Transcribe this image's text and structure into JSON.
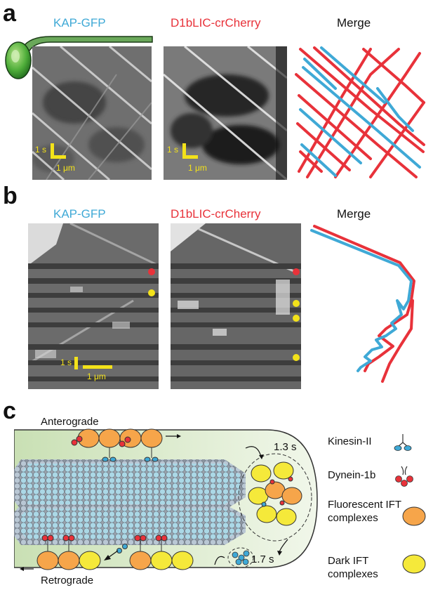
{
  "panels": {
    "a": {
      "letter": "a",
      "headers": [
        "KAP-GFP",
        "D1bLIC-crCherry",
        "Merge"
      ],
      "scale": {
        "time": "1 s",
        "distance": "1 μm"
      }
    },
    "b": {
      "letter": "b",
      "headers": [
        "KAP-GFP",
        "D1bLIC-crCherry",
        "Merge"
      ],
      "scale": {
        "time": "1 s",
        "distance": "1 μm"
      }
    },
    "c": {
      "letter": "c",
      "anterograde": "Anterograde",
      "retrograde": "Retrograde",
      "time1": "1.3 s",
      "time2": "1.7 s",
      "legend": [
        {
          "label": "Kinesin-II",
          "icon": "kinesin-icon"
        },
        {
          "label": "Dynein-1b",
          "icon": "dynein-icon"
        },
        {
          "label": "Fluorescent IFT complexes",
          "icon": "orange-ellipse"
        },
        {
          "label": "Dark IFT complexes",
          "icon": "yellow-ellipse"
        }
      ]
    }
  },
  "colors": {
    "kap": "#3fa9d6",
    "cherry": "#e8323a",
    "scale": "#f3e21a",
    "fluorescent_ift": "#f6a54a",
    "dark_ift": "#f5e93a",
    "cilium_bg": "#dfeecd"
  }
}
